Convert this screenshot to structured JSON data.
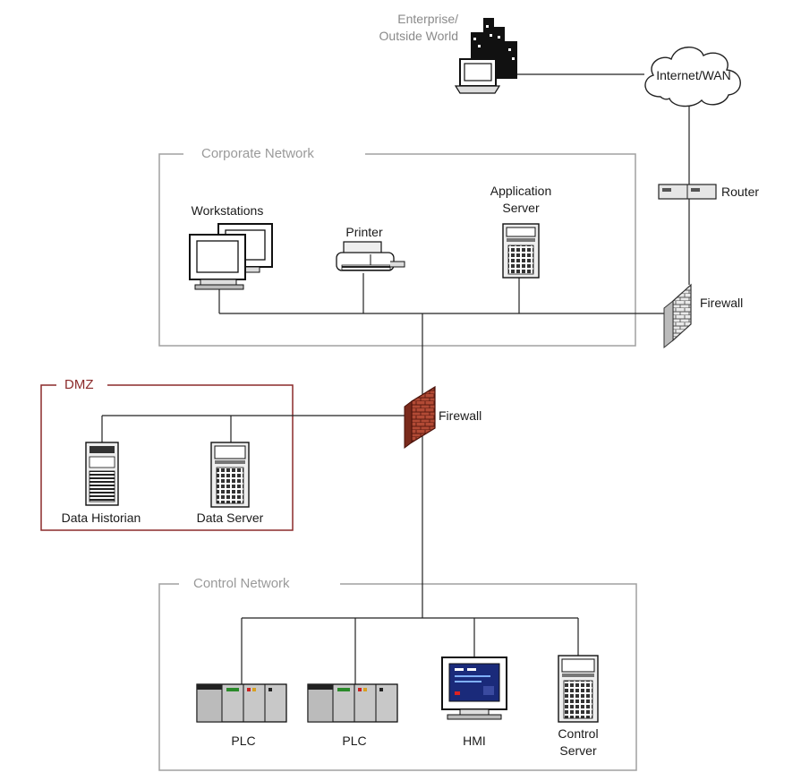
{
  "zones": {
    "corporate": "Corporate Network",
    "dmz": "DMZ",
    "control": "Control Network"
  },
  "labels": {
    "enterprise_line1": "Enterprise/",
    "enterprise_line2": "Outside World",
    "internet": "Internet/WAN",
    "router": "Router",
    "firewall_outer": "Firewall",
    "firewall_inner": "Firewall",
    "workstations": "Workstations",
    "printer": "Printer",
    "app_server_line1": "Application",
    "app_server_line2": "Server",
    "data_historian": "Data Historian",
    "data_server": "Data Server",
    "plc_1": "PLC",
    "plc_2": "PLC",
    "hmi": "HMI",
    "control_server_line1": "Control",
    "control_server_line2": "Server"
  },
  "colors": {
    "zone_border": "#a0a0a0",
    "dmz_border": "#8b2a2a",
    "firewall_brick": "#9b3b2b",
    "hmi_screen": "#1a2a7a"
  }
}
